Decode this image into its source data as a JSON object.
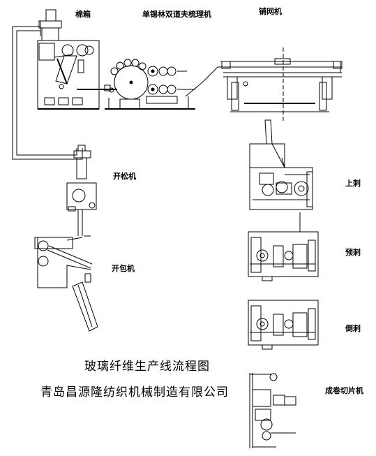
{
  "labels": {
    "cotton_box": "棉箱",
    "single_cylinder_carding": "单锡林双道夫梳理机",
    "cross_lapper": "铺网机",
    "opener": "开松机",
    "bale_opener": "开包机",
    "needle_up": "上刺",
    "needle_pre": "预刺",
    "needle_down": "倒刺",
    "winding_cutting": "成卷切片机"
  },
  "title": "玻璃纤维生产线流程图",
  "company": "青岛昌源隆纺织机械制造有限公司"
}
